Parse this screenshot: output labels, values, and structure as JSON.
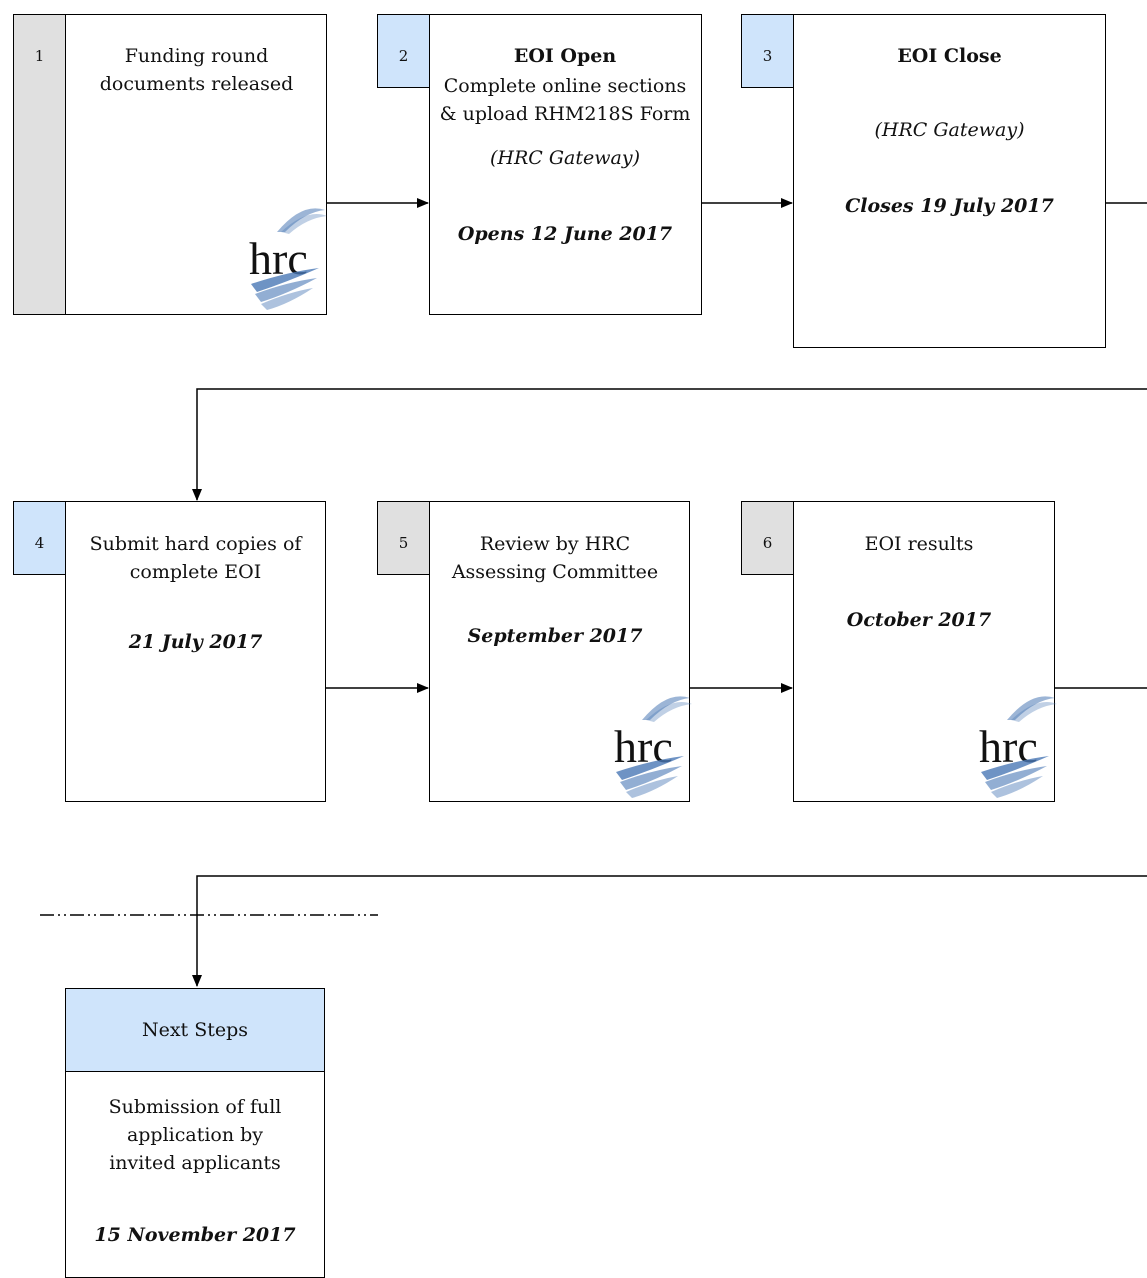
{
  "steps": [
    {
      "number": "1",
      "lines": [
        "Funding round",
        "documents released"
      ]
    },
    {
      "number": "2",
      "title": "EOI Open",
      "lines": [
        "Complete online sections",
        "& upload RHM218S Form"
      ],
      "sub": "(HRC Gateway)",
      "date": "Opens 12 June 2017"
    },
    {
      "number": "3",
      "title": "EOI Close",
      "sub": "(HRC Gateway)",
      "date": "Closes 19 July 2017"
    },
    {
      "number": "4",
      "lines": [
        "Submit hard copies of",
        "complete EOI"
      ],
      "date": "21 July 2017"
    },
    {
      "number": "5",
      "lines": [
        "Review by HRC",
        "Assessing Committee"
      ],
      "date": "September 2017"
    },
    {
      "number": "6",
      "lines": [
        "EOI results"
      ],
      "date": "October 2017"
    }
  ],
  "next": {
    "heading": "Next Steps",
    "lines": [
      "Submission of full",
      "application by",
      "invited applicants"
    ],
    "date": "15 November 2017"
  },
  "logo": {
    "text": "hrc",
    "color": "#4a78b5"
  }
}
